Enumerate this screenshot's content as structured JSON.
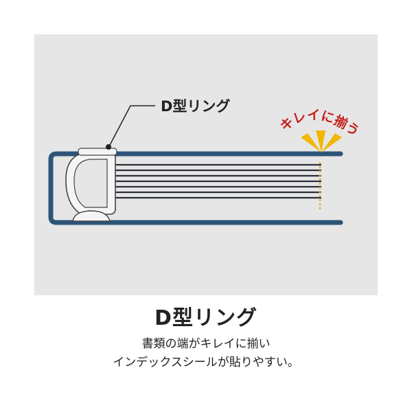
{
  "colors": {
    "panel": "#e6e6e6",
    "cover": "#2d5478",
    "paper_lines": "#2a2f3a",
    "ring": "#f5f5f5",
    "ring_outline": "#444444",
    "callout_text": "#c8201e",
    "rays": "#f2b705",
    "dashed_line": "#e0b020"
  },
  "diagram": {
    "ring_label": "D型リング",
    "align_label": "キレイに揃う"
  },
  "caption": {
    "title": "D型リング",
    "line1": "書類の端がキレイに揃い",
    "line2": "インデックスシールが貼りやすい。"
  }
}
